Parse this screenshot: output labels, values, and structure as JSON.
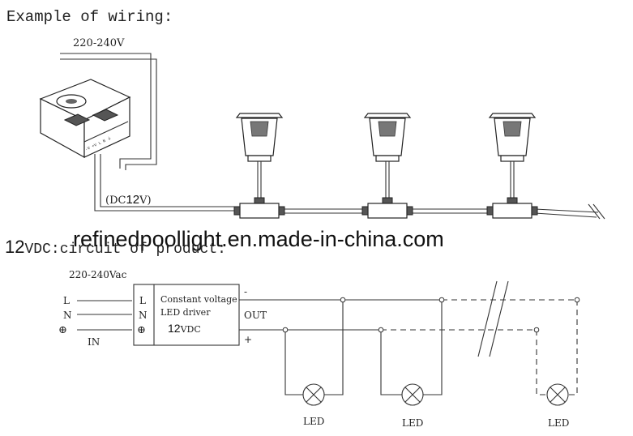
{
  "wiring": {
    "title": "Example of wiring:",
    "mains_label": "220-240V",
    "dc_label": "(DC",
    "dc_value": "12",
    "dc_close": "V)"
  },
  "watermark": {
    "text": "refinedpoollight.en.made-in-china.com"
  },
  "circuit": {
    "title_num": "12",
    "title_text": "VDC:circuit of product:",
    "input_voltage": "220-240Vac",
    "inputs": [
      "L",
      "N",
      "⊕"
    ],
    "in_label": "IN",
    "driver_line1": "Constant voltage",
    "driver_line2": "LED  driver",
    "driver_num": "12",
    "driver_unit": "VDC",
    "out_minus": "-",
    "out_label": "OUT",
    "out_plus": "+",
    "led_labels": [
      "LED",
      "LED",
      "LED"
    ]
  }
}
